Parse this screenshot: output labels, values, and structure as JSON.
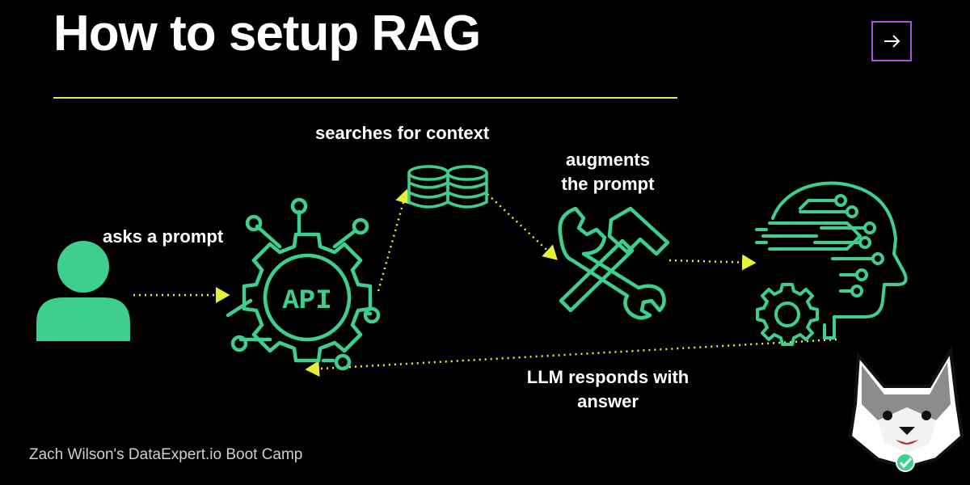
{
  "header": {
    "title": "How to setup RAG"
  },
  "navigation": {
    "next_icon": "arrow-right-icon"
  },
  "steps": {
    "ask": "asks a prompt",
    "search": "searches for context",
    "augment_line1": "augments",
    "augment_line2": "the prompt",
    "respond_line1": "LLM responds with",
    "respond_line2": "answer"
  },
  "icons": {
    "user": "user-icon",
    "api": "api-gear-icon",
    "api_text": "API",
    "database": "database-icon",
    "tools": "tools-icon",
    "ai_head": "ai-head-icon",
    "mascot": "husky-mascot-icon"
  },
  "footer": {
    "credit": "Zach Wilson's DataExpert.io Boot Camp"
  },
  "colors": {
    "background": "#000000",
    "accent_green": "#3ecf8e",
    "arrow_yellow": "#e6ef3a",
    "divider_lime": "#d6ef47",
    "button_purple": "#a855d8"
  }
}
